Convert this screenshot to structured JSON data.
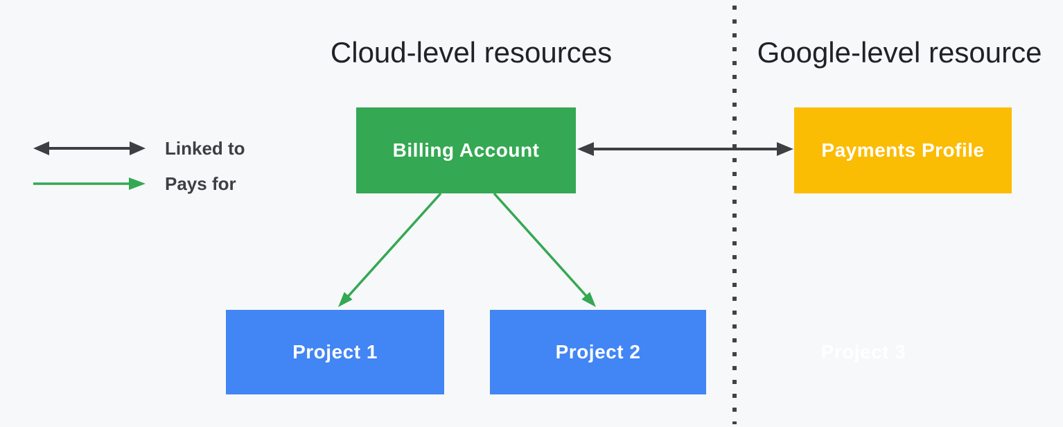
{
  "diagram": {
    "background_color": "#F7F8FA",
    "sections": {
      "cloud": {
        "title": "Cloud-level resources"
      },
      "google": {
        "title": "Google-level resource"
      }
    },
    "divider": {
      "style": "dotted-vertical-line",
      "color": "#424242"
    },
    "legend": {
      "items": [
        {
          "label": "Linked to",
          "arrow": "double-headed",
          "color": "#3C4043"
        },
        {
          "label": "Pays for",
          "arrow": "single-headed",
          "color": "#34A853"
        }
      ]
    },
    "nodes": {
      "billing_account": {
        "label": "Billing Account",
        "color": "#34A853",
        "text_color": "#FFFFFF",
        "section": "cloud"
      },
      "payments_profile": {
        "label": "Payments Profile",
        "color": "#FBBC04",
        "text_color": "#FFFFFF",
        "section": "google"
      },
      "project_1": {
        "label": "Project 1",
        "color": "#4285F4",
        "text_color": "#FFFFFF",
        "section": "cloud"
      },
      "project_2": {
        "label": "Project 2",
        "color": "#4285F4",
        "text_color": "#FFFFFF",
        "section": "cloud"
      },
      "project_3": {
        "label": "Project 3",
        "color": "transparent",
        "text_color": "#FFFFFF",
        "section": "google"
      }
    },
    "edges": [
      {
        "from": "billing_account",
        "to": "payments_profile",
        "type": "linked_to"
      },
      {
        "from": "billing_account",
        "to": "project_1",
        "type": "pays_for"
      },
      {
        "from": "billing_account",
        "to": "project_2",
        "type": "pays_for"
      }
    ]
  }
}
